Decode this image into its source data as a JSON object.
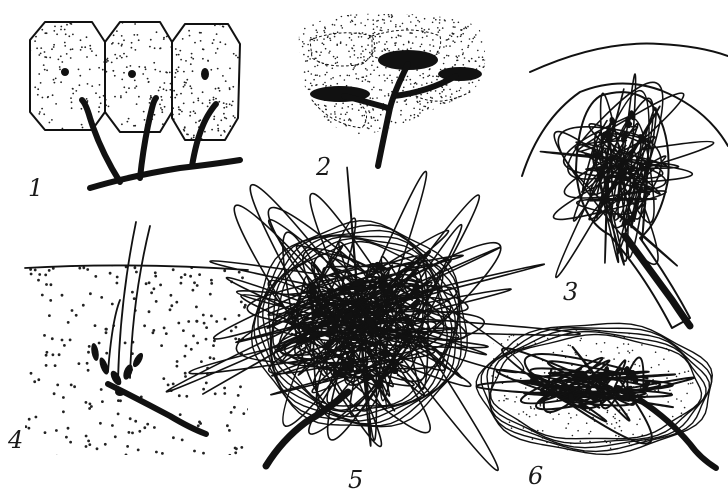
{
  "figure": {
    "panels": [
      {
        "id": "p1",
        "label": "1"
      },
      {
        "id": "p2",
        "label": "2"
      },
      {
        "id": "p3",
        "label": "3"
      },
      {
        "id": "p4",
        "label": "4"
      },
      {
        "id": "p5",
        "label": "5"
      },
      {
        "id": "p6",
        "label": "6"
      }
    ],
    "ink_color": "#111111",
    "background_color": "#ffffff"
  }
}
